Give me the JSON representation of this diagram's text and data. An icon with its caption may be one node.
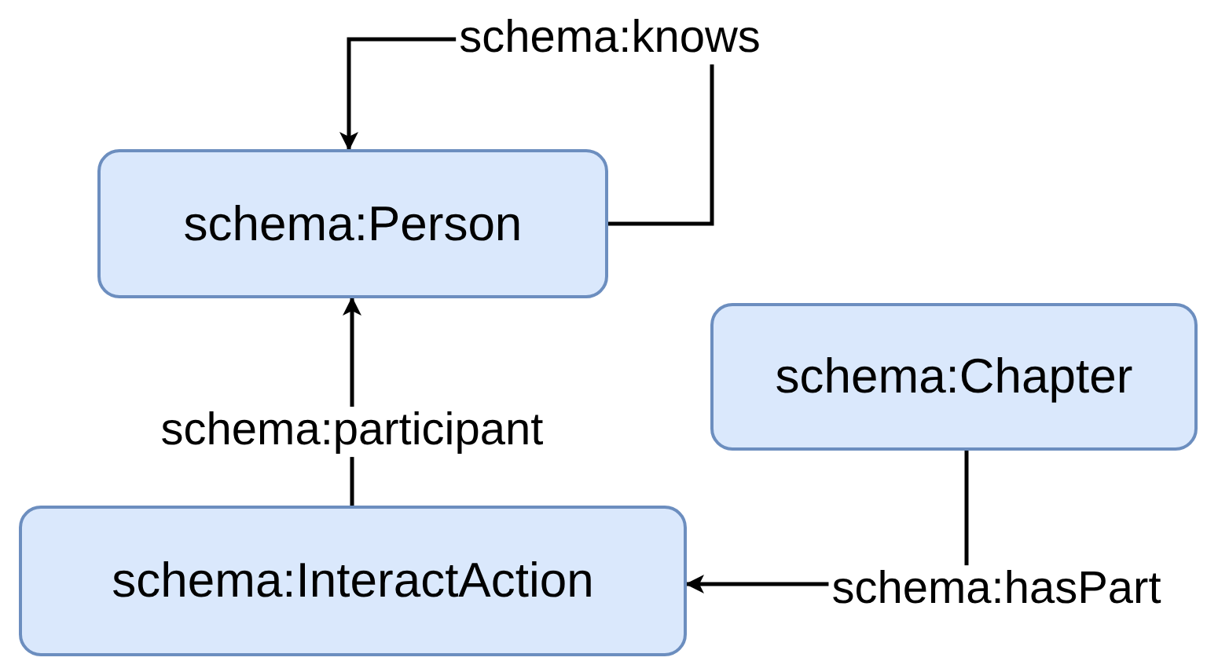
{
  "diagram": {
    "nodes": [
      {
        "text": [
          "schema:Person"
        ]
      },
      {
        "text": [
          "schema:Chapter"
        ]
      },
      {
        "text": [
          "schema:InteractAction"
        ]
      }
    ],
    "edges": [
      {
        "from": 0,
        "to": 0,
        "arrow": "to",
        "label": "schema:knows"
      },
      {
        "from": 2,
        "to": 0,
        "arrow": "to",
        "label": "schema:participant"
      },
      {
        "from": 1,
        "to": 2,
        "arrow": "to",
        "label": "schema:hasPart"
      }
    ]
  }
}
